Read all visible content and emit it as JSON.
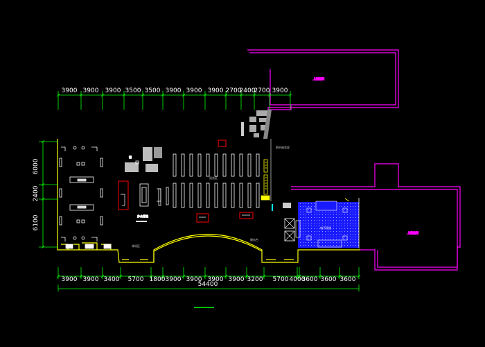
{
  "dimensions": {
    "top": [
      "3900",
      "3900",
      "3900",
      "3500",
      "3500",
      "3900",
      "3900",
      "3900",
      "2700",
      "2400",
      "2700",
      "3900"
    ],
    "bottom": [
      "3900",
      "3900",
      "3400",
      "5700",
      "1800",
      "3900",
      "3900",
      "3900",
      "3900",
      "3200",
      "5700",
      "4000",
      "3600",
      "3600",
      "3600"
    ],
    "bottom_total": "54400",
    "left": [
      "6000",
      "2400",
      "6100"
    ]
  },
  "colors": {
    "background": "#000000",
    "dimension": "#00ff00",
    "wall": "#ffff00",
    "annex": "#ff00ff",
    "furniture": "#ffffff",
    "marker": "#ff0000",
    "hatch": "#1a1aff",
    "text": "#ffffff",
    "stair": "#aaaaaa"
  }
}
